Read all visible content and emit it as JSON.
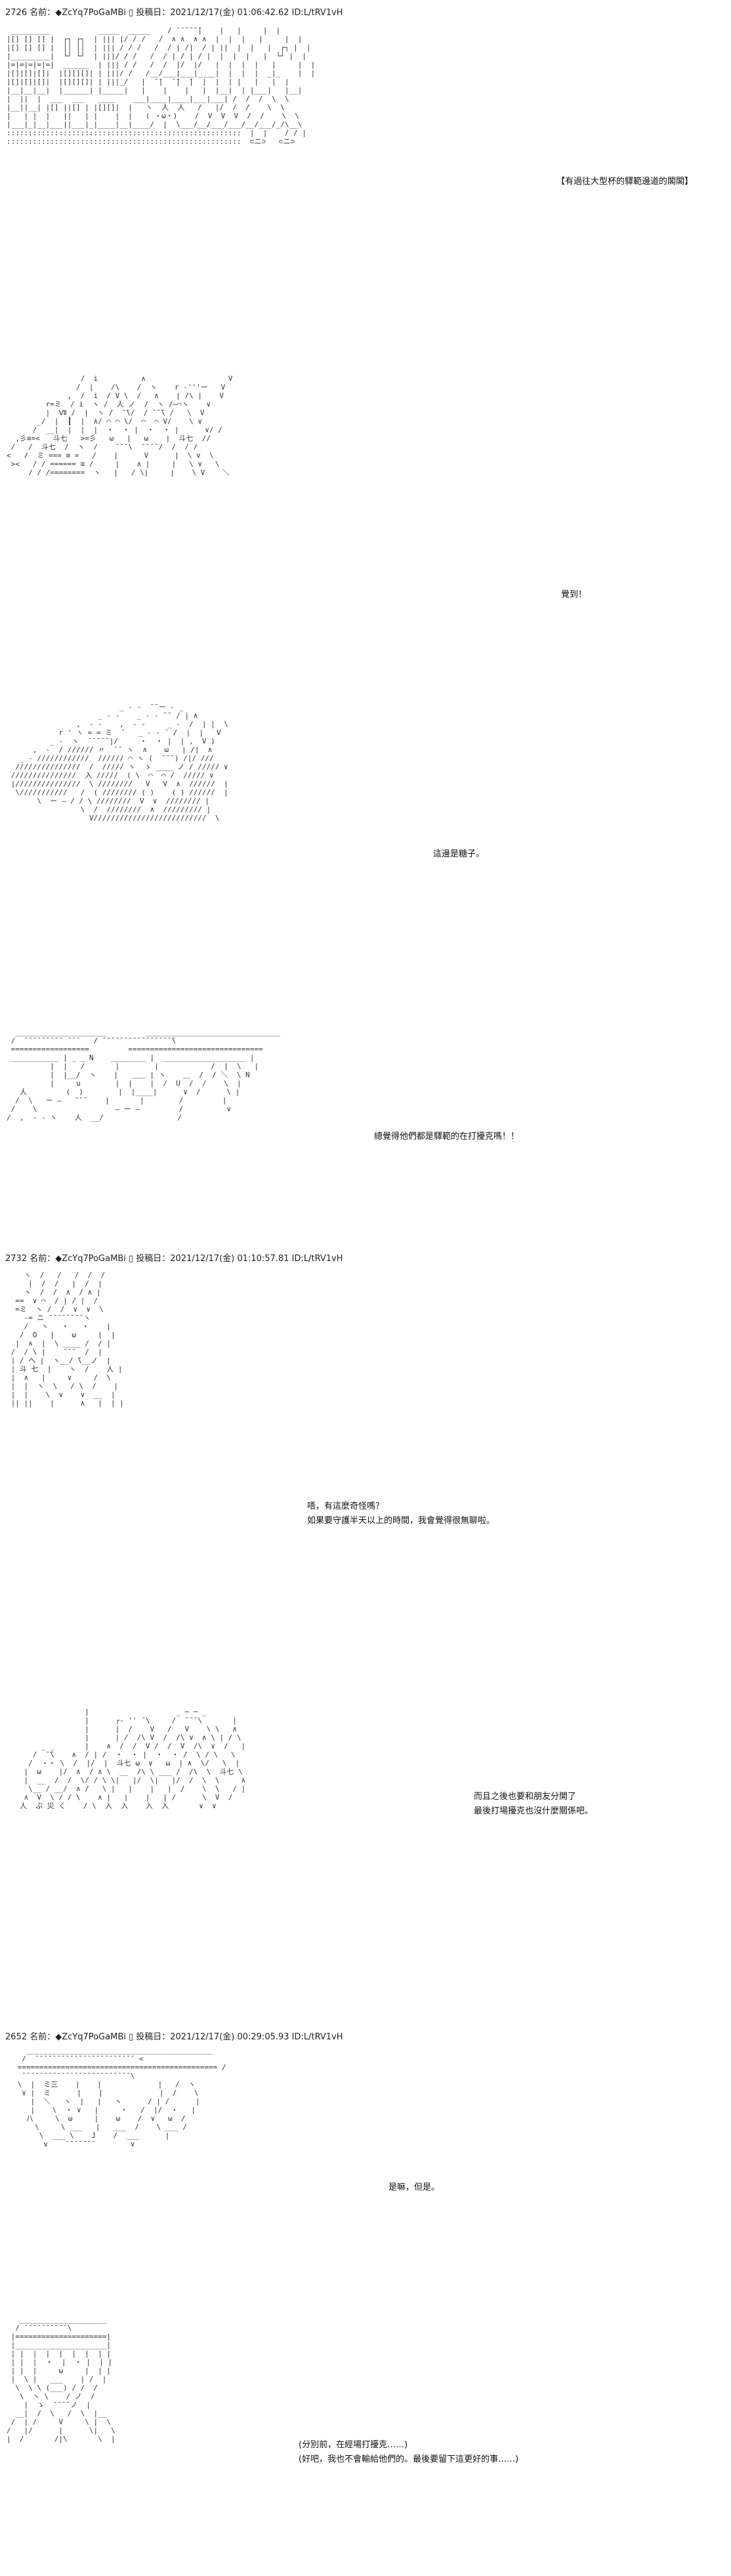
{
  "posts": [
    {
      "header": "2726 名前：◆ZcYq7PoGaMBi ▯ 投稿日：2021/12/17(金) 01:06:42.62 ID:L/tRV1vH",
      "panels": [
        {
          "lines": [
            "【有過往大型杯的驛範邊道的閣閣】"
          ]
        },
        {
          "lines": [
            "覺到！"
          ]
        },
        {
          "lines": [
            "這邊是糖子。"
          ]
        },
        {
          "lines": [
            "總覺得他們都是驛範的在打擾克嗎！！"
          ]
        }
      ]
    },
    {
      "header": "2732 名前：◆ZcYq7PoGaMBi ▯ 投稿日：2021/12/17(金) 01:10:57.81 ID:L/tRV1vH",
      "panels": [
        {
          "lines": [
            "唔，有這麼奇怪嗎？",
            "如果要守護半天以上的時間，我會覺得很無聊啦。"
          ]
        },
        {
          "lines": [
            "而且之後也要和朋友分開了",
            "最後打場擾克也沒什麼關係吧。"
          ]
        }
      ]
    },
    {
      "header": "2652 名前：◆ZcYq7PoGaMBi ▯ 投稿日：2021/12/17(金) 00:29:05.93 ID:L/tRV1vH",
      "panels": [
        {
          "lines": [
            "是嘛，但是。"
          ]
        },
        {
          "lines": [
            "(分別前，在經場打擾克……)",
            "(好吧，我也不會輸給他們的。最後要留下這更好的事……)"
          ]
        }
      ]
    }
  ]
}
